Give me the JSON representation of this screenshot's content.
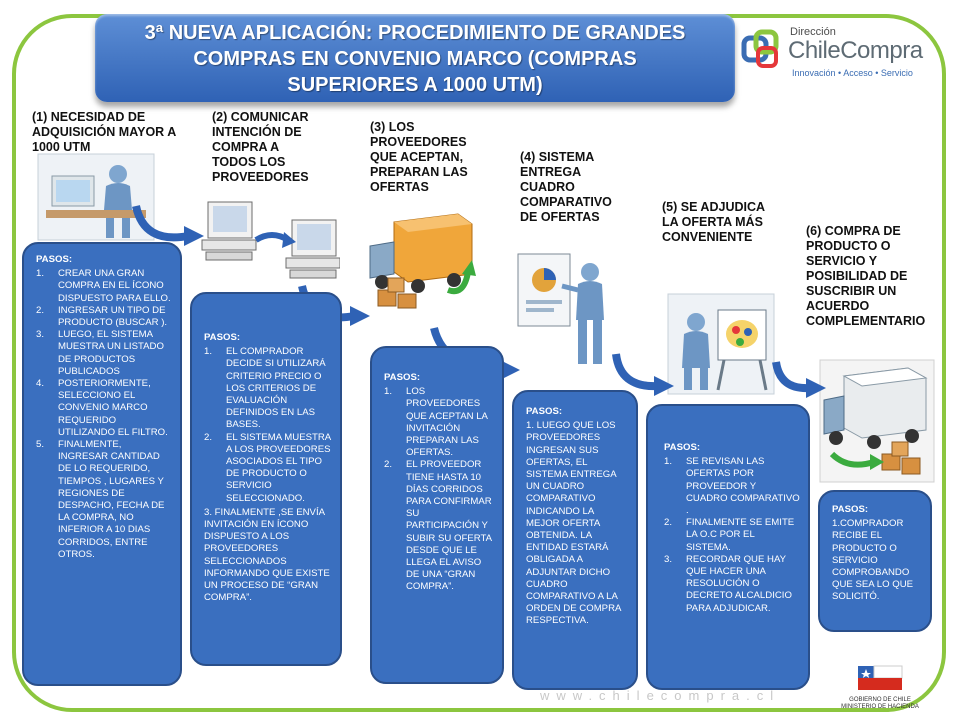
{
  "title": {
    "line1": "3ª NUEVA APLICACIÓN: PROCEDIMIENTO DE GRANDES",
    "line2": "COMPRAS  EN CONVENIO MARCO (COMPRAS",
    "line3": "SUPERIORES A 1000 UTM)"
  },
  "logo": {
    "small": "Dirección",
    "main": "ChileCompra",
    "tagline": "Innovación • Acceso • Servicio"
  },
  "steps": [
    {
      "heading": "(1) NECESIDAD DE\nADQUISICIÓN MAYOR A\n1000 UTM",
      "pasos_label": "PASOS:",
      "items": [
        {
          "n": "1.",
          "t": "CREAR UNA GRAN COMPRA  EN EL ÍCONO DISPUESTO PARA ELLO."
        },
        {
          "n": "2.",
          "t": "INGRESAR UN TIPO DE PRODUCTO (BUSCAR )."
        },
        {
          "n": "3.",
          "t": "LUEGO, EL SISTEMA MUESTRA UN LISTADO DE PRODUCTOS PUBLICADOS"
        },
        {
          "n": "4.",
          "t": "POSTERIORMENTE, SELECCIONO EL CONVENIO MARCO REQUERIDO UTILIZANDO EL FILTRO."
        },
        {
          "n": "5.",
          "t": "FINALMENTE, INGRESAR CANTIDAD DE LO REQUERIDO, TIEMPOS , LUGARES Y REGIONES DE DESPACHO,  FECHA DE LA COMPRA, NO INFERIOR A 10 DIAS CORRIDOS, ENTRE OTROS."
        }
      ]
    },
    {
      "heading": "(2) COMUNICAR\nINTENCIÓN  DE\nCOMPRA  A\nTODOS LOS\nPROVEEDORES",
      "pasos_label": "PASOS:",
      "items": [
        {
          "n": "1.",
          "t": "EL COMPRADOR DECIDE SI UTILIZARÁ CRITERIO  PRECIO O LOS CRITERIOS DE EVALUACIÓN DEFINIDOS EN LAS BASES."
        },
        {
          "n": "2.",
          "t": "EL SISTEMA MUESTRA A LOS PROVEEDORES ASOCIADOS EL  TIPO DE PRODUCTO O SERVICIO SELECCIONADO."
        }
      ],
      "extra": "3.   FINALMENTE ,SE ENVÍA   INVITACIÓN EN ÍCONO DISPUESTO A LOS PROVEEDORES SELECCIONADOS INFORMANDO QUE EXISTE UN PROCESO DE “GRAN COMPRA”."
    },
    {
      "heading": "(3) LOS\nPROVEEDORES\nQUE ACEPTAN,\nPREPARAN LAS\nOFERTAS",
      "pasos_label": "PASOS:",
      "items": [
        {
          "n": "1.",
          "t": "LOS PROVEEDORES QUE ACEPTAN LA INVITACIÓN PREPARAN LAS OFERTAS."
        },
        {
          "n": "2.",
          "t": "EL PROVEEDOR TIENE HASTA 10 DÍAS CORRIDOS PARA CONFIRMAR SU PARTICIPACIÓN Y SUBIR SU OFERTA DESDE QUE LE LLEGA EL AVISO DE UNA “GRAN COMPRA”."
        }
      ]
    },
    {
      "heading": "(4) SISTEMA\nENTREGA\nCUADRO\nCOMPARATIVO\nDE OFERTAS",
      "pasos_label": "PASOS:",
      "body": "1. LUEGO  QUE LOS PROVEEDORES INGRESAN SUS OFERTAS, EL SISTEMA ENTREGA UN CUADRO COMPARATIVO INDICANDO LA MEJOR OFERTA OBTENIDA. LA ENTIDAD ESTARÁ OBLIGADA A ADJUNTAR DICHO CUADRO COMPARATIVO A LA ORDEN DE COMPRA RESPECTIVA."
    },
    {
      "heading": "(5) SE ADJUDICA\nLA OFERTA MÁS\nCONVENIENTE",
      "pasos_label": "PASOS:",
      "items": [
        {
          "n": "1.",
          "t": "SE REVISAN LAS OFERTAS POR PROVEEDOR Y CUADRO COMPARATIVO ."
        },
        {
          "n": "2.",
          "t": "FINALMENTE SE EMITE LA O.C POR EL SISTEMA."
        },
        {
          "n": "3.",
          "t": "RECORDAR QUE HAY QUE HACER UNA RESOLUCIÓN  O DECRETO ALCALDICIO PARA ADJUDICAR."
        }
      ]
    },
    {
      "heading": "(6) COMPRA DE\nPRODUCTO O\nSERVICIO Y\nPOSIBILIDAD DE\nSUSCRIBIR UN\nACUERDO\nCOMPLEMENTARIO",
      "pasos_label": "PASOS:",
      "body": "1.COMPRADOR RECIBE EL PRODUCTO O SERVICIO COMPROBANDO QUE SEA LO QUE SOLICITÓ."
    }
  ],
  "footer": {
    "url": "www.chilecompra.cl",
    "gov_line1": "GOBIERNO DE CHILE",
    "gov_line2": "MINISTERIO DE HACIENDA"
  },
  "colors": {
    "frame": "#8cc63f",
    "box": "#3a6fbf",
    "arrow": "#2f62b5",
    "title": "#2f62b5"
  }
}
